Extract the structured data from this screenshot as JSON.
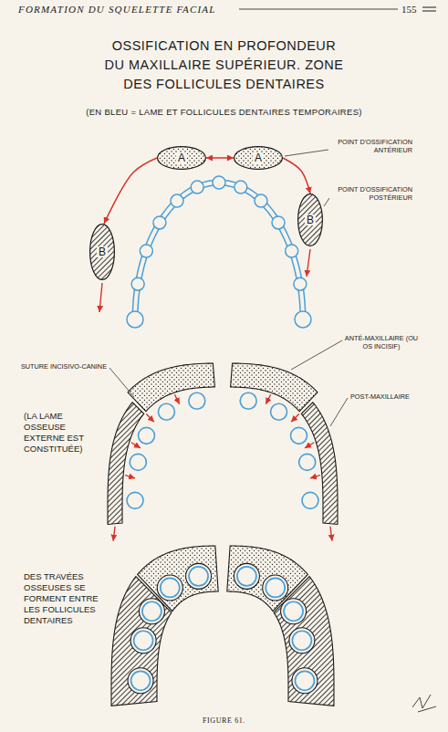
{
  "diagram": {
    "title": "OSSIFICATION EN PROFONDEUR DU MAXILLAIRE SUPÉRIEUR. ZONE DES FOLLICULES DENTAIRES",
    "caption": "FIGURE 61.",
    "nodes": [
      {
        "text": [
          "A"
        ]
      },
      {
        "text": [
          "A"
        ]
      },
      {
        "text": [
          "B"
        ]
      },
      {
        "text": [
          "B"
        ]
      }
    ],
    "edges": [
      {
        "from": 0,
        "to": 1,
        "arrow": "both"
      },
      {
        "from": 0,
        "to": 2,
        "arrow": "to"
      },
      {
        "from": 1,
        "to": 3,
        "arrow": "to"
      }
    ],
    "labels": [
      "FORMATION DU SQUELETTE FACIAL",
      "155",
      "(EN BLEU = LAME ET FOLLICULES DENTAIRES TEMPORAIRES)",
      "POINT D'OSSIFICATION ANTÉRIEUR",
      "POINT D'OSSIFICATION POSTÉRIEUR",
      "SUTURE INCISIVO-CANINE",
      "ANTÉ-MAXILLAIRE (OU OS INCISIF)",
      "POST-MAXILLAIRE",
      "(LA LAME OSSEUSE EXTERNE EST CONSTITUÉE)",
      "DES TRAVÉES OSSEUSES SE FORMENT ENTRE LES FOLLICULES DENTAIRES"
    ]
  }
}
